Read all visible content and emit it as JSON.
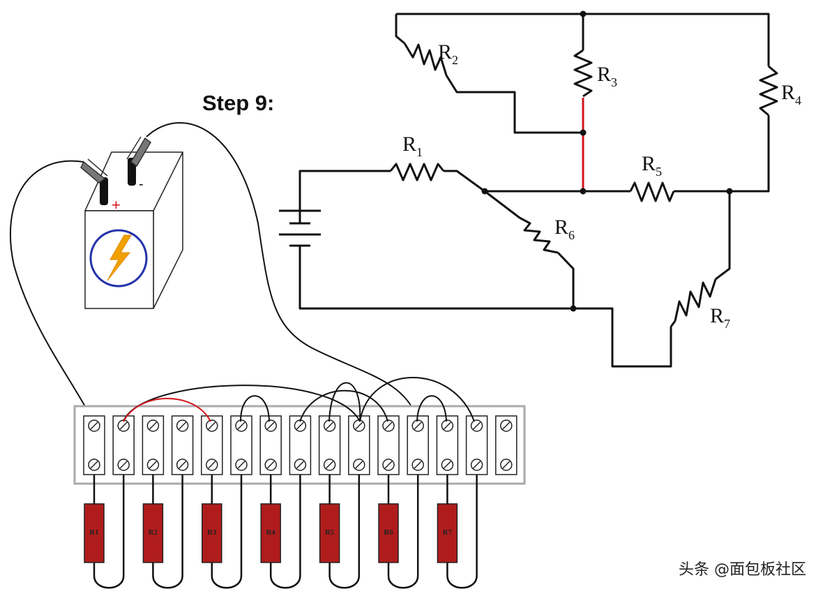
{
  "title": "Step 9:",
  "schematic": {
    "resistors": [
      {
        "id": "R1",
        "letter": "R",
        "sub": "1"
      },
      {
        "id": "R2",
        "letter": "R",
        "sub": "2"
      },
      {
        "id": "R3",
        "letter": "R",
        "sub": "3"
      },
      {
        "id": "R4",
        "letter": "R",
        "sub": "4"
      },
      {
        "id": "R5",
        "letter": "R",
        "sub": "5"
      },
      {
        "id": "R6",
        "letter": "R",
        "sub": "6"
      },
      {
        "id": "R7",
        "letter": "R",
        "sub": "7"
      }
    ]
  },
  "battery": {
    "plus": "+",
    "minus": "-"
  },
  "board": {
    "terminal_count": 15,
    "resistor_labels": [
      "R1",
      "R2",
      "R3",
      "R4",
      "R5",
      "R6",
      "R7"
    ]
  },
  "colors": {
    "highlight_wire": "#d2151c",
    "resistor_body": "#b01c1c",
    "bolt": "#f0a000",
    "circle": "#2233aa"
  },
  "watermark": {
    "prefix": "头条 @",
    "name": "面包板社区"
  }
}
